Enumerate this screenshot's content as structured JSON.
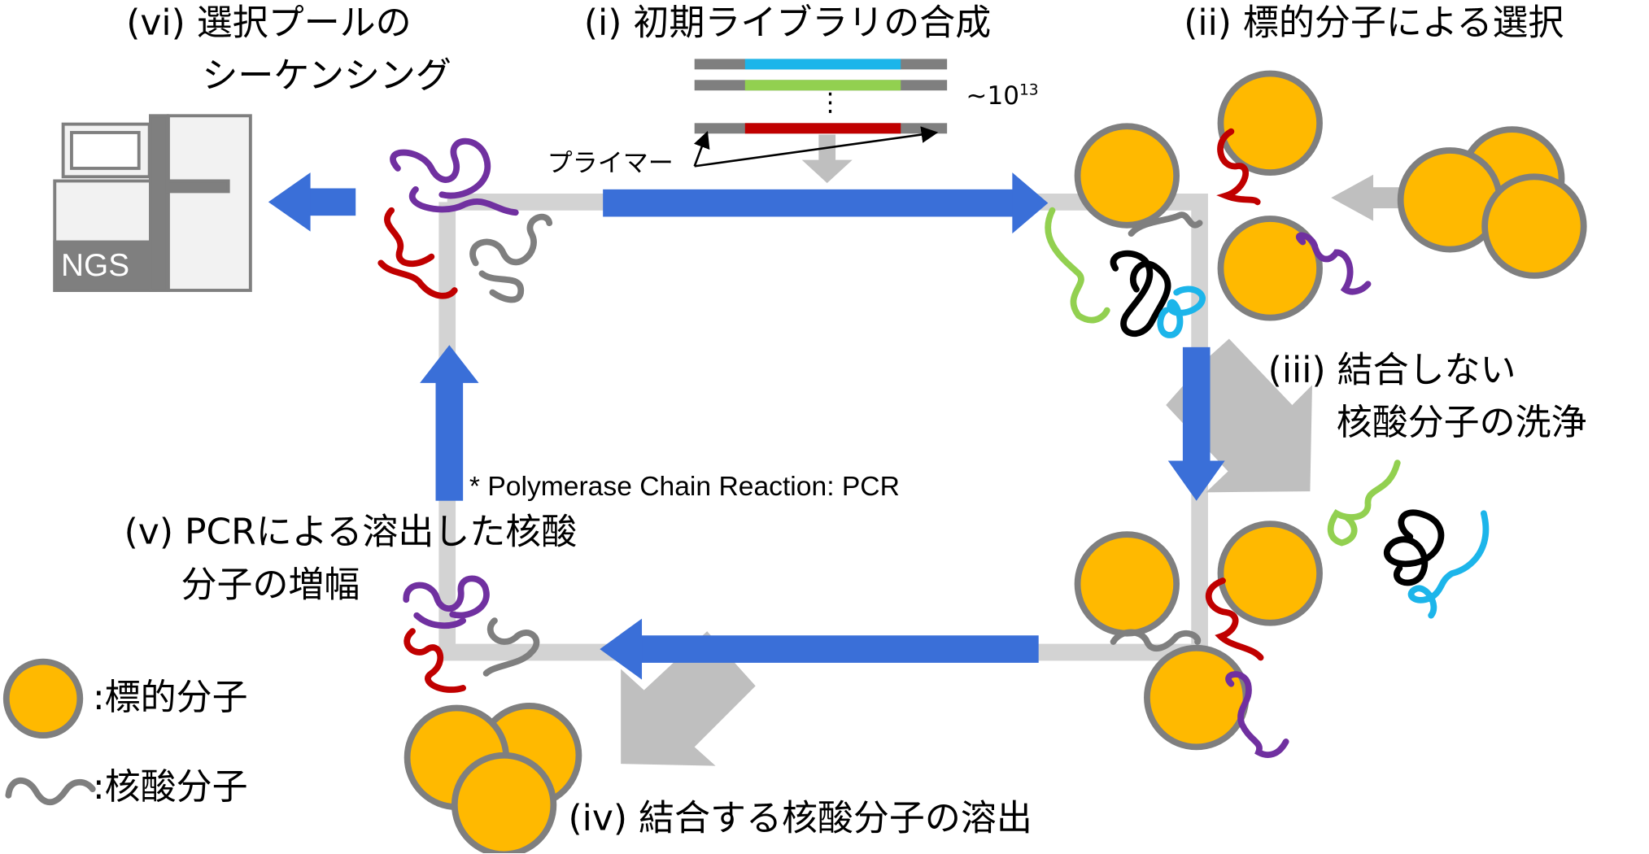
{
  "steps": {
    "i": "(i) 初期ライブラリの合成",
    "ii": "(ii) 標的分子による選択",
    "iii_line1": "(iii) 結合しない",
    "iii_line2": "核酸分子の洗浄",
    "iv": "(iv) 結合する核酸分子の溶出",
    "v_line1": "(v) PCRによる溶出した核酸",
    "v_line2": "分子の増幅",
    "vi_line1": "(vi) 選択プールの",
    "vi_line2": "シーケンシング"
  },
  "library": {
    "count_prefix": "~10",
    "count_exponent": "13",
    "primer_label": "プライマー",
    "dots": "⋮"
  },
  "footnote": "* Polymerase Chain Reaction: PCR",
  "instrument_label": "NGS",
  "legend": {
    "target_label": ":標的分子",
    "nucleic_label": ":核酸分子"
  },
  "colors": {
    "target_fill": "#FFB900",
    "target_stroke": "#7F7F7F",
    "flow_arrow": "#3A6FD8",
    "track": "#D3D3D3",
    "side_arrow": "#BFBFBF",
    "strand_blue": "#1CB5EA",
    "strand_green": "#92D050",
    "strand_red": "#C00000",
    "strand_purple": "#7030A0",
    "strand_black": "#000000",
    "strand_gray": "#7F7F7F"
  }
}
